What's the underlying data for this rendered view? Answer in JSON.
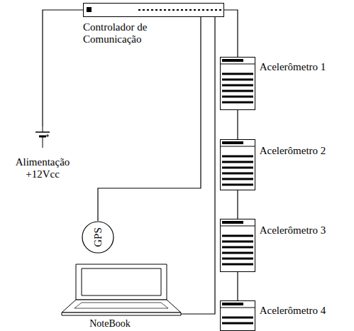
{
  "diagram": {
    "nodes": [
      {
        "text": [
          "Controlador de Comunicação"
        ]
      },
      {
        "text": [
          "Alimentação +12Vcc"
        ]
      },
      {
        "text": [
          "GPS"
        ]
      },
      {
        "text": [
          "NoteBook"
        ]
      },
      {
        "text": [
          "Acelerômetro 1"
        ]
      },
      {
        "text": [
          "Acelerômetro 2"
        ]
      },
      {
        "text": [
          "Acelerômetro 3"
        ]
      },
      {
        "text": [
          "Acelerômetro 4"
        ]
      }
    ],
    "edges": [
      {
        "from": 0,
        "to": 1,
        "arrow": "none"
      },
      {
        "from": 0,
        "to": 2,
        "arrow": "none"
      },
      {
        "from": 0,
        "to": 3,
        "arrow": "none"
      },
      {
        "from": 0,
        "to": 4,
        "arrow": "none"
      },
      {
        "from": 4,
        "to": 5,
        "arrow": "none"
      },
      {
        "from": 5,
        "to": 6,
        "arrow": "none"
      },
      {
        "from": 6,
        "to": 7,
        "arrow": "none"
      }
    ]
  }
}
